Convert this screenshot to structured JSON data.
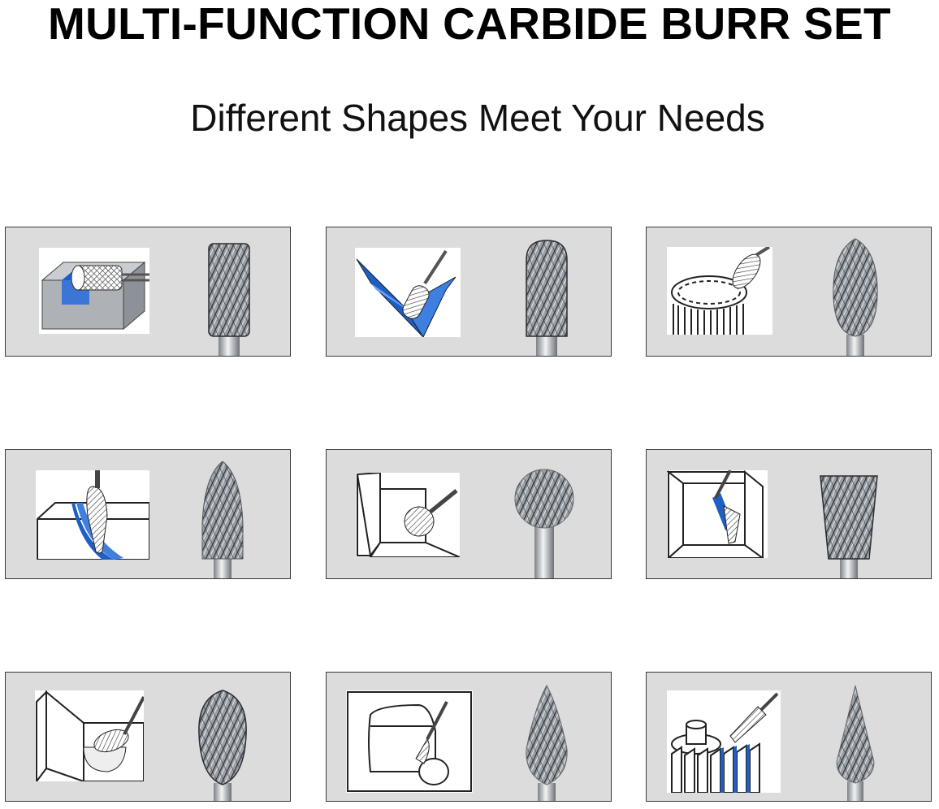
{
  "header": {
    "title": "MULTI-FUNCTION CARBIDE BURR SET",
    "subtitle": "Different Shapes Meet Your Needs"
  },
  "colors": {
    "panel_background": "#dcdcdc",
    "panel_border": "#3a3a3a",
    "workpiece_blue": "#1f5fc4",
    "burr_steel": "#8a8f96"
  },
  "panels": [
    {
      "illustration": "cylinder-burr-slot-illustration",
      "burr": "cylinder-burr-icon"
    },
    {
      "illustration": "cylinder-ball-nose-angle-illustration",
      "burr": "cylinder-ball-nose-burr-icon"
    },
    {
      "illustration": "oval-burr-gear-illustration",
      "burr": "oval-burr-icon"
    },
    {
      "illustration": "tree-burr-groove-illustration",
      "burr": "tree-burr-icon"
    },
    {
      "illustration": "ball-burr-corner-illustration",
      "burr": "ball-burr-icon"
    },
    {
      "illustration": "inverted-cone-burr-frame-illustration",
      "burr": "inverted-cone-burr-icon"
    },
    {
      "illustration": "flame-burr-block-illustration",
      "burr": "flame-burr-icon"
    },
    {
      "illustration": "pointed-tree-burr-cylinder-illustration",
      "burr": "pointed-tree-burr-icon"
    },
    {
      "illustration": "cone-burr-fins-illustration",
      "burr": "cone-burr-icon"
    }
  ]
}
